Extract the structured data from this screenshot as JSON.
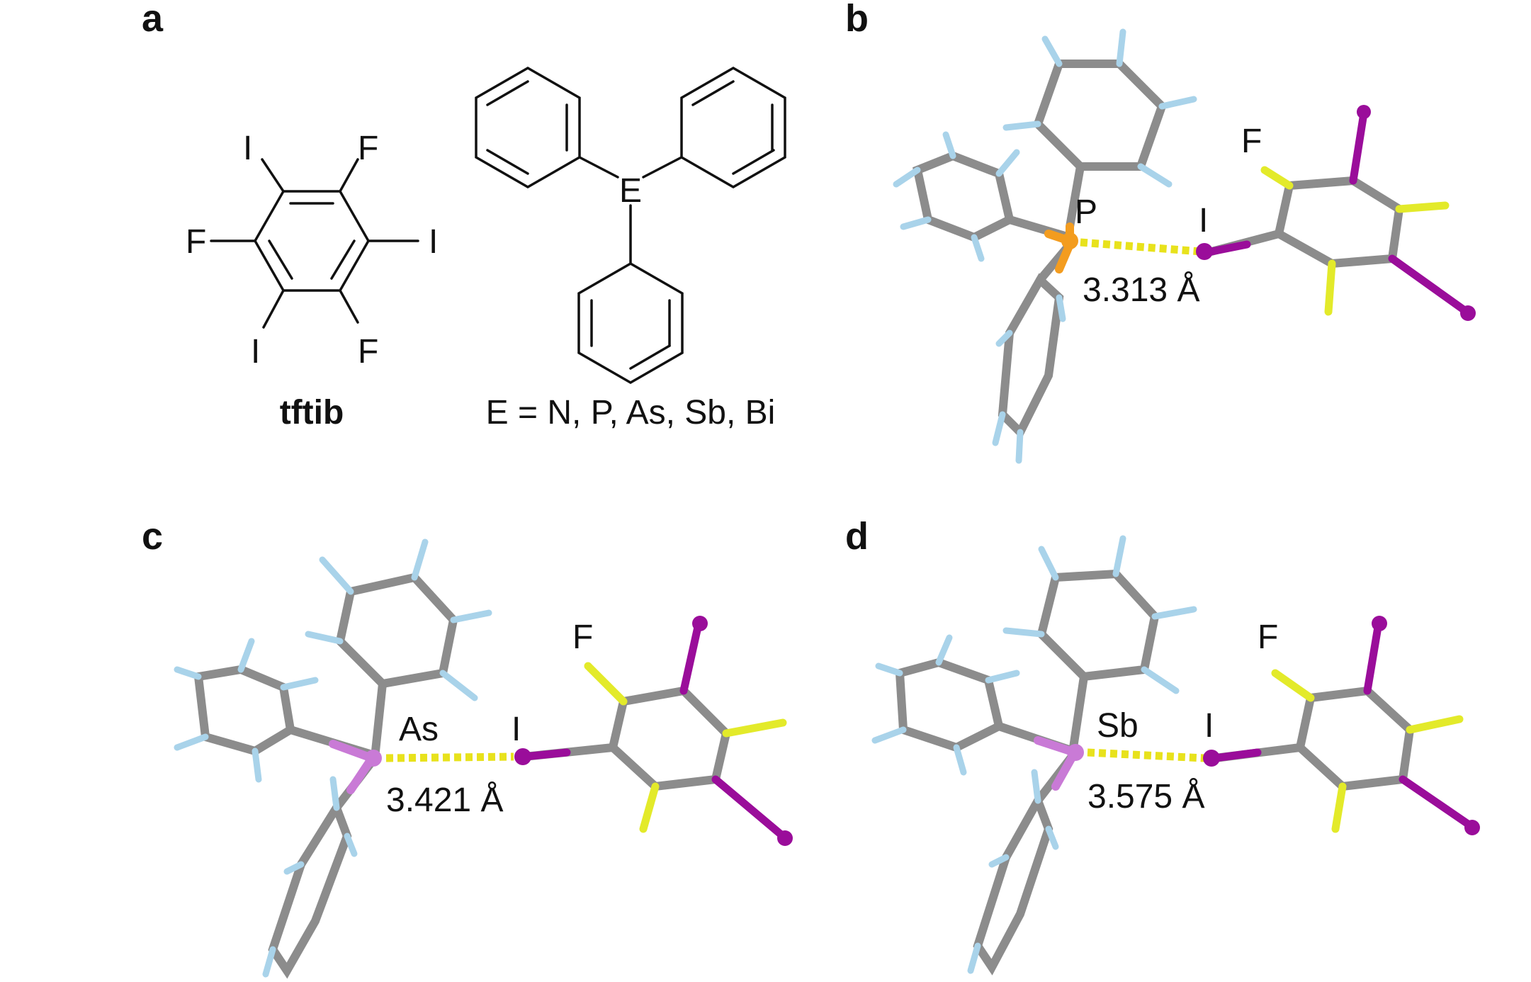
{
  "panels": {
    "a": {
      "letter": "a",
      "tftib": {
        "atoms": {
          "I_top": "I",
          "F_top": "F",
          "F_left": "F",
          "I_right": "I",
          "I_bottom": "I",
          "F_bottom": "F"
        },
        "name": "tftib"
      },
      "triaryl": {
        "center_atom": "E",
        "caption": "E = N, P, As, Sb, Bi"
      }
    },
    "b": {
      "letter": "b",
      "F_label": "F",
      "E_label": "P",
      "I_label": "I",
      "distance": "3.313 Å"
    },
    "c": {
      "letter": "c",
      "F_label": "F",
      "E_label": "As",
      "I_label": "I",
      "distance": "3.421 Å"
    },
    "d": {
      "letter": "d",
      "F_label": "F",
      "E_label": "Sb",
      "I_label": "I",
      "distance": "3.575 Å"
    }
  },
  "colors": {
    "carbon": "#8c8c8c",
    "hydrogen": "#a9d3ea",
    "fluorine": "#e3ea2a",
    "iodine": "#9a0d9a",
    "phosphorus": "#f39c1f",
    "arsenic": "#c97ad6",
    "antimony": "#c97ad6",
    "contact": "#e8e21c"
  }
}
